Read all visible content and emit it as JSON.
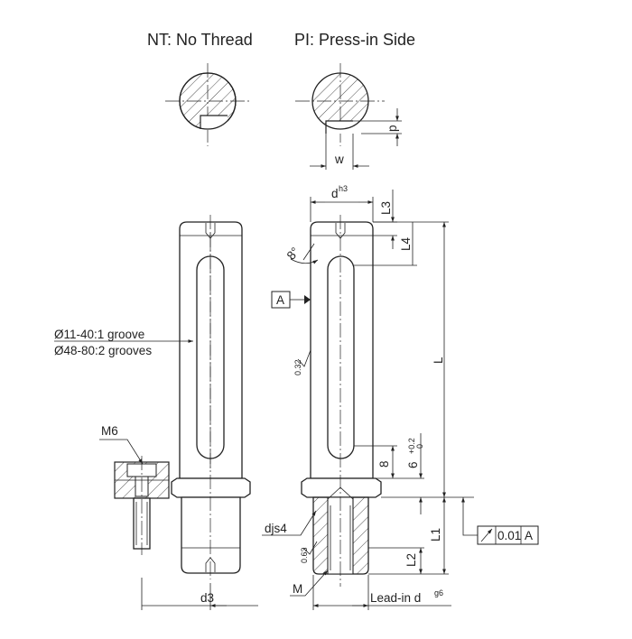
{
  "legend": {
    "nt": "NT: No Thread",
    "pi": "PI: Press-in Side"
  },
  "section_labels": {
    "p": "p",
    "w": "w"
  },
  "left_view": {
    "groove_note_1": "Ø11-40:1 groove",
    "groove_note_2": "Ø48-80:2 grooves",
    "screw_label": "M6",
    "d3_label": "d3"
  },
  "right_view": {
    "d_label": "d",
    "d_tolerance": "h3",
    "L3": "L3",
    "L4": "L4",
    "angle": "8°",
    "datum": "A",
    "L": "L",
    "roughness_1": "0.32",
    "dim_8": "8",
    "dim_6": "6",
    "dim_6_upper": "+0.2",
    "dim_6_lower": "0",
    "djs4": "djs4",
    "roughness_2": "0.63",
    "M": "M",
    "lead_in": "Lead-in d",
    "lead_in_tolerance": "g6",
    "L1": "L1",
    "L2": "L2",
    "tolerance_value": "0.01",
    "tolerance_datum": "A"
  }
}
